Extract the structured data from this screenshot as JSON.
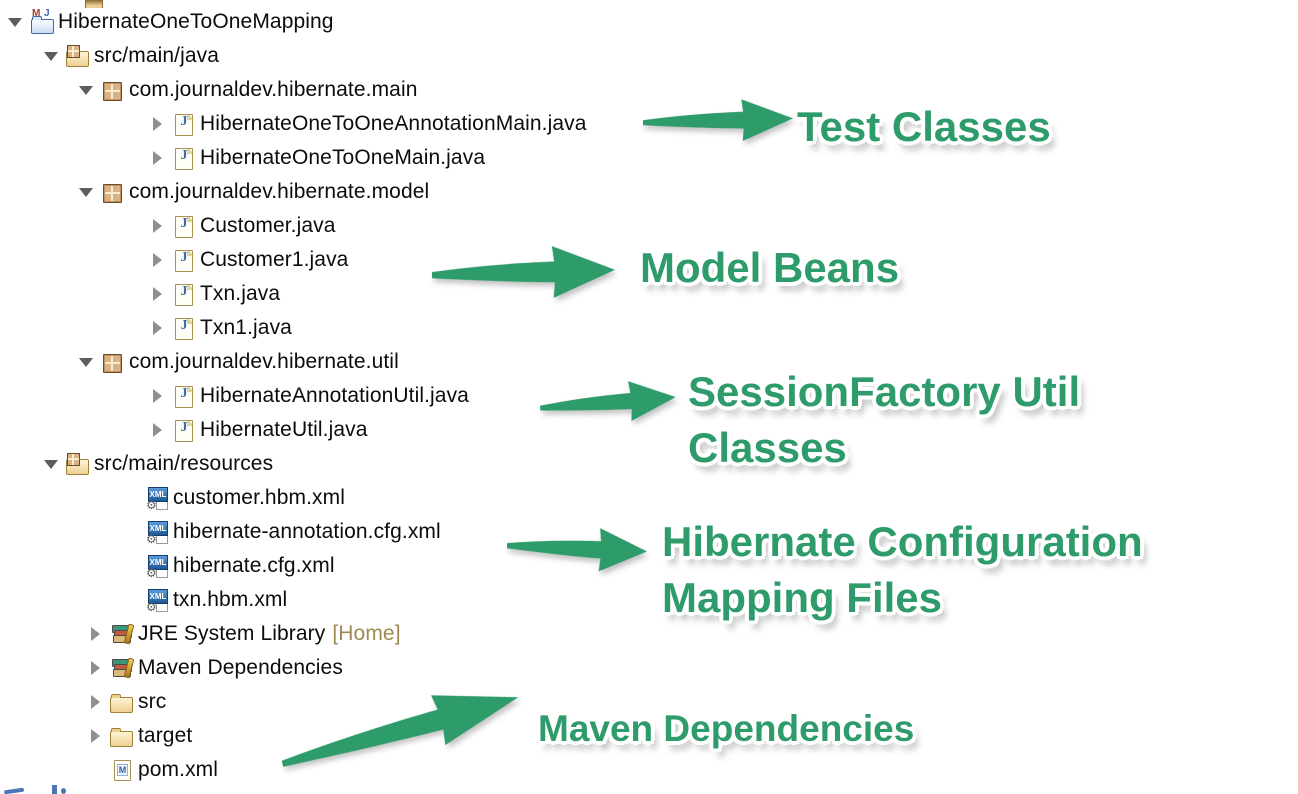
{
  "colors": {
    "annotation_green": "#2e9b6a",
    "home_badge_gold": "#9d8a50",
    "tree_text": "#0c0c0c"
  },
  "project_tree": {
    "rows": [
      {
        "label": "HibernateOneToOneMapping",
        "icon": "maven-project",
        "expander": "expanded"
      },
      {
        "label": "src/main/java",
        "icon": "source-folder",
        "expander": "expanded"
      },
      {
        "label": "com.journaldev.hibernate.main",
        "icon": "package",
        "expander": "expanded"
      },
      {
        "label": "HibernateOneToOneAnnotationMain.java",
        "icon": "java-file",
        "expander": "collapsed"
      },
      {
        "label": "HibernateOneToOneMain.java",
        "icon": "java-file",
        "expander": "collapsed"
      },
      {
        "label": "com.journaldev.hibernate.model",
        "icon": "package",
        "expander": "expanded"
      },
      {
        "label": "Customer.java",
        "icon": "java-file",
        "expander": "collapsed"
      },
      {
        "label": "Customer1.java",
        "icon": "java-file",
        "expander": "collapsed"
      },
      {
        "label": "Txn.java",
        "icon": "java-file",
        "expander": "collapsed"
      },
      {
        "label": "Txn1.java",
        "icon": "java-file",
        "expander": "collapsed"
      },
      {
        "label": "com.journaldev.hibernate.util",
        "icon": "package",
        "expander": "expanded"
      },
      {
        "label": "HibernateAnnotationUtil.java",
        "icon": "java-file",
        "expander": "collapsed"
      },
      {
        "label": "HibernateUtil.java",
        "icon": "java-file",
        "expander": "collapsed"
      },
      {
        "label": "src/main/resources",
        "icon": "source-folder",
        "expander": "expanded"
      },
      {
        "label": "customer.hbm.xml",
        "icon": "xml-file",
        "expander": null
      },
      {
        "label": "hibernate-annotation.cfg.xml",
        "icon": "xml-file",
        "expander": null
      },
      {
        "label": "hibernate.cfg.xml",
        "icon": "xml-file",
        "expander": null
      },
      {
        "label": "txn.hbm.xml",
        "icon": "xml-file",
        "expander": null
      },
      {
        "label": "JRE System Library",
        "suffix": "[Home]",
        "icon": "library",
        "expander": "collapsed"
      },
      {
        "label": "Maven Dependencies",
        "icon": "library",
        "expander": "collapsed"
      },
      {
        "label": "src",
        "icon": "folder",
        "expander": "collapsed"
      },
      {
        "label": "target",
        "icon": "folder",
        "expander": "collapsed"
      },
      {
        "label": "pom.xml",
        "icon": "pom-file",
        "expander": null
      }
    ]
  },
  "annotations": [
    {
      "id": "test-classes",
      "lines": [
        "Test Classes"
      ]
    },
    {
      "id": "model-beans",
      "lines": [
        "Model Beans"
      ]
    },
    {
      "id": "sessionfactory-util-classes",
      "lines": [
        "SessionFactory Util",
        "Classes"
      ]
    },
    {
      "id": "hibernate-configuration-mapping-files",
      "lines": [
        "Hibernate Configuration",
        "Mapping Files"
      ]
    },
    {
      "id": "maven-dependencies",
      "lines": [
        "Maven Dependencies"
      ]
    }
  ],
  "icon_glyphs": {
    "java_file": "J",
    "xml_file": "XML",
    "pom_file": "M",
    "maven_project_m": "M",
    "maven_project_j": "J"
  }
}
